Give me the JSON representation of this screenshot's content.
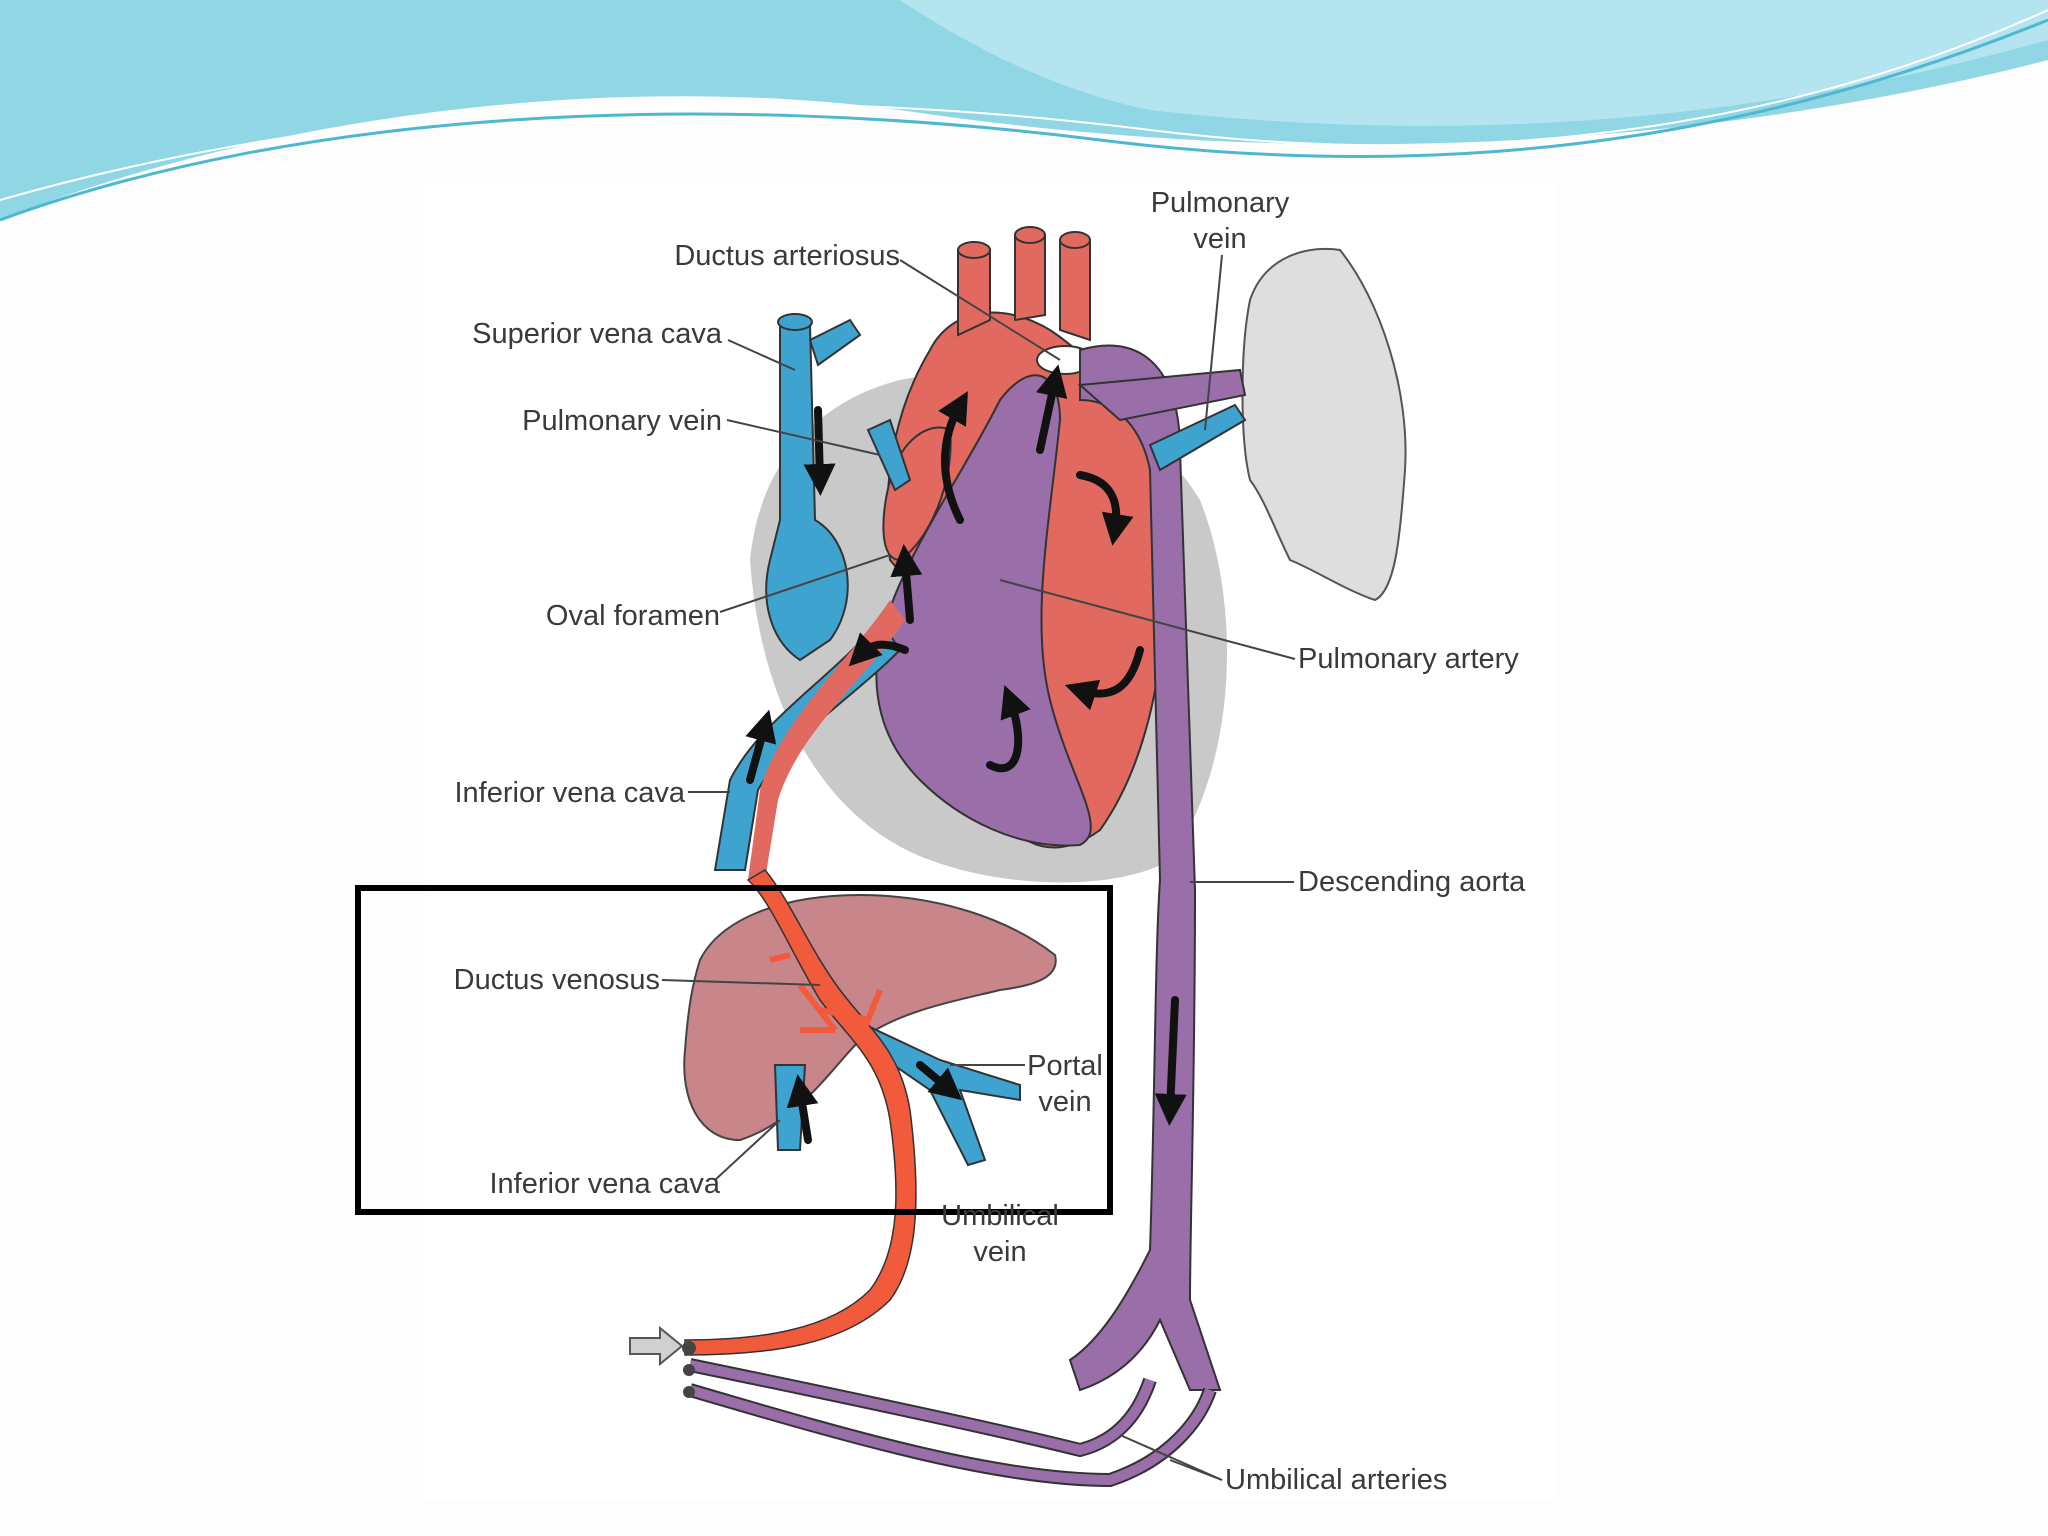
{
  "colors": {
    "slide_bg": "#fdfdfd",
    "header_wave": "#7ccfe0",
    "oxygenated": "#e2695f",
    "deoxygenated": "#3fa3cf",
    "mixed": "#9a6ea8",
    "umbilical_vein": "#f25a3c",
    "liver": "#c8868a",
    "lung": "#dedede",
    "pericardium": "#c9c9c9",
    "highlight_box": "#000000"
  },
  "icons": [
    "flow-arrow-icon",
    "inflow-arrow-icon"
  ],
  "labels": {
    "pulmonary_vein_top": [
      "Pulmonary",
      "vein"
    ],
    "ductus_arteriosus": "Ductus arteriosus",
    "superior_vena_cava": "Superior vena cava",
    "pulmonary_vein_left": "Pulmonary vein",
    "oval_foramen": "Oval foramen",
    "pulmonary_artery": "Pulmonary artery",
    "inferior_vena_cava_upper": "Inferior vena cava",
    "descending_aorta": "Descending aorta",
    "ductus_venosus": "Ductus venosus",
    "portal_vein": [
      "Portal",
      "vein"
    ],
    "inferior_vena_cava_lower": "Inferior vena cava",
    "umbilical_vein": [
      "Umbilical",
      "vein"
    ],
    "umbilical_arteries": "Umbilical arteries"
  }
}
